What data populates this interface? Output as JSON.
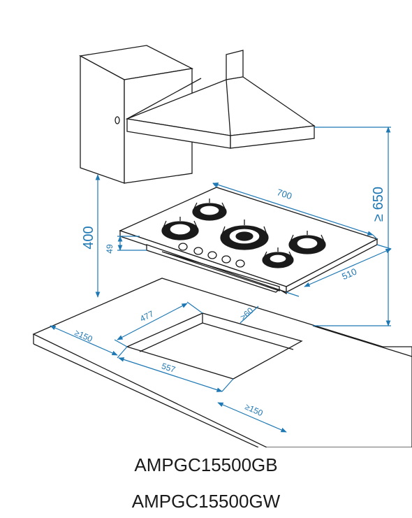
{
  "dimensions": {
    "hob_width": "700",
    "hob_depth": "510",
    "hob_height": "49",
    "counter_to_hood": "400",
    "hood_min": "≥ 650",
    "cutout_depth": "477",
    "cutout_width": "557",
    "edge_back": "≥60",
    "edge_left": "≥150",
    "edge_right": "≥150"
  },
  "models": [
    "AMPGC15500GB",
    "AMPGC15500GW"
  ],
  "colors": {
    "dimension": "#1e78b4",
    "drawing": "#1a1a1a"
  }
}
